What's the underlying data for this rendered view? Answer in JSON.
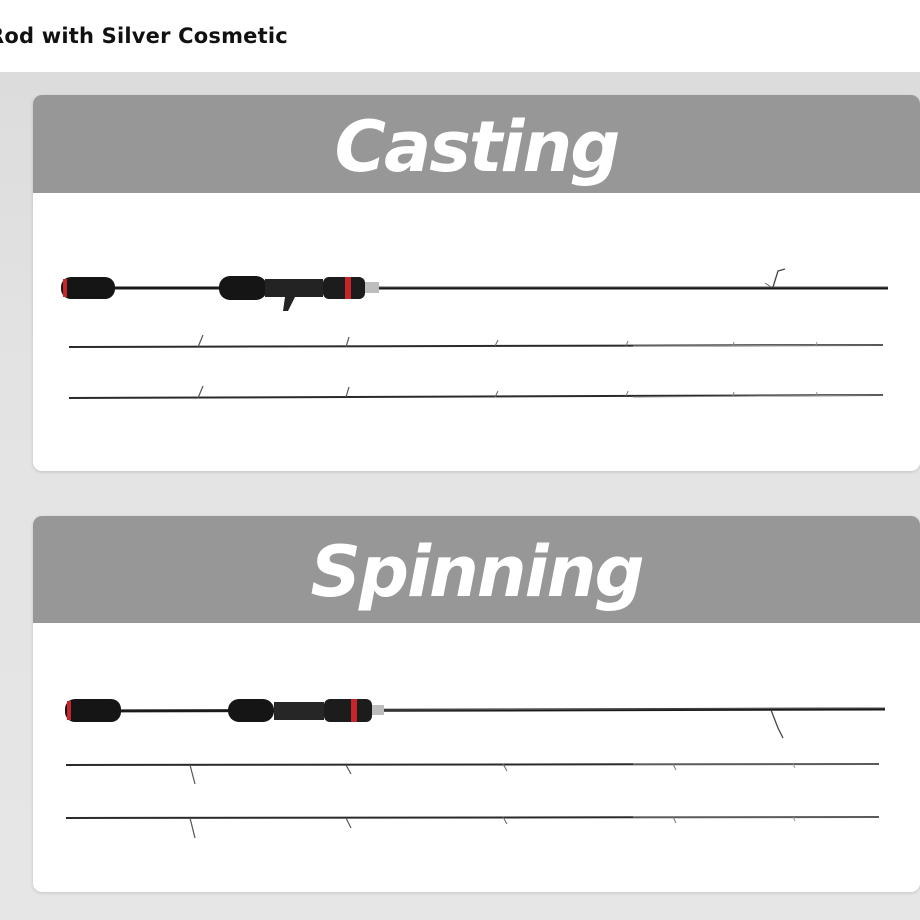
{
  "heading": "Rod with Silver Cosmetic",
  "panels": {
    "casting": {
      "title": "Casting"
    },
    "spinning": {
      "title": "Spinning"
    }
  },
  "colors": {
    "header_bg": "#979797",
    "page_bg": "#e2e2e2",
    "grip_black": "#151515",
    "accent_red": "#c8252b"
  },
  "icons": [
    "casting-rod-image",
    "spinning-rod-image"
  ]
}
